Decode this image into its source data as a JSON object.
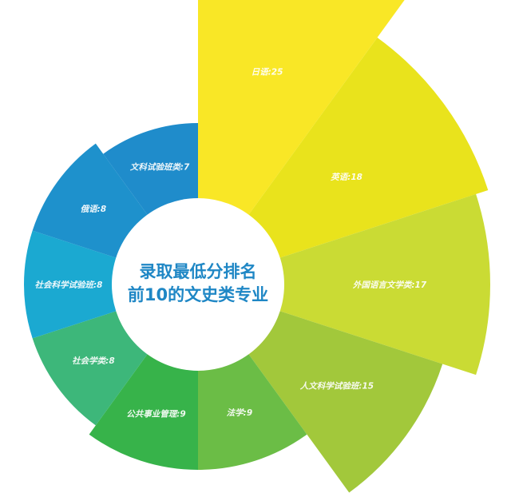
{
  "chart_data": {
    "type": "nightingale-rose",
    "title": "录取最低分排名前10的文史类专业",
    "title_lines": [
      "录取最低分排名",
      "前10的文史类专业"
    ],
    "categories": [
      "日语",
      "英语",
      "外国语言文学类",
      "人文科学试验班",
      "法学",
      "公共事业管理",
      "社会学类",
      "社会科学试验班",
      "俄语",
      "文科试验班类"
    ],
    "values": [
      25,
      18,
      17,
      15,
      9,
      9,
      8,
      8,
      8,
      7
    ],
    "labels": [
      "日语:25",
      "英语:18",
      "外国语言文学类:17",
      "人文科学试验班:15",
      "法学:9",
      "公共事业管理:9",
      "社会学类:8",
      "社会科学试验班:8",
      "俄语:8",
      "文科试验班类:7"
    ],
    "colors": [
      "#f9e726",
      "#e9e31c",
      "#cadb34",
      "#a2c83b",
      "#6bbd46",
      "#37b34a",
      "#3db77a",
      "#1ba9d1",
      "#1e91cc",
      "#1f8ccb"
    ],
    "legend": "none",
    "grid": false
  },
  "center": {
    "line1": "录取最低分排名",
    "line2": "前10的文史类专业"
  }
}
